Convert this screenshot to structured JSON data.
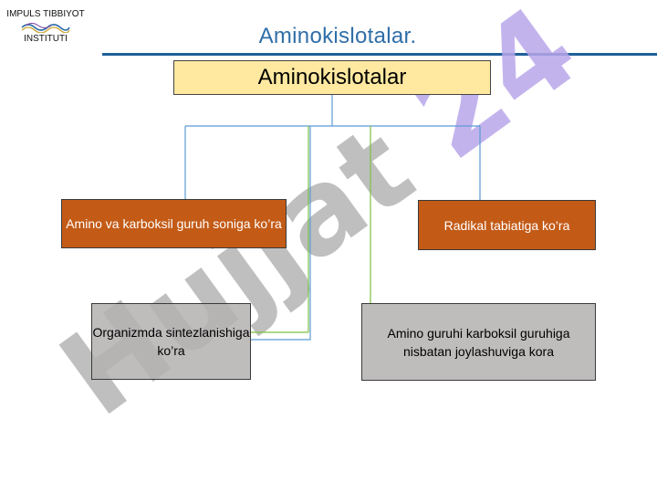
{
  "logo": {
    "line1": "IMPULS TIBBIYOT",
    "line2": "INSTITUTI",
    "icon": "waves-logo-icon"
  },
  "slide_title": "Aminokislotalar.",
  "watermark": "Hujjat 24",
  "diagram": {
    "root": "Aminokislotalar",
    "boxes": [
      "Amino va karboksil guruh soniga ko’ra",
      "Radikal tabiatiga ko’ra",
      "Organizmda sintezlanishiga ko’ra",
      "Amino guruhi karboksil guruhiga nisbatan joylashuviga kora"
    ]
  },
  "colors": {
    "title": "#2f6ea8",
    "root_fill": "#ffe9a0",
    "orange_fill": "#c35b17",
    "grey_fill": "#b4b0b0",
    "connector_blue": "#5b9bd5",
    "connector_green": "#7cc242",
    "watermark_purple": "#b9a6ea",
    "watermark_grey": "#a9a9a9"
  }
}
